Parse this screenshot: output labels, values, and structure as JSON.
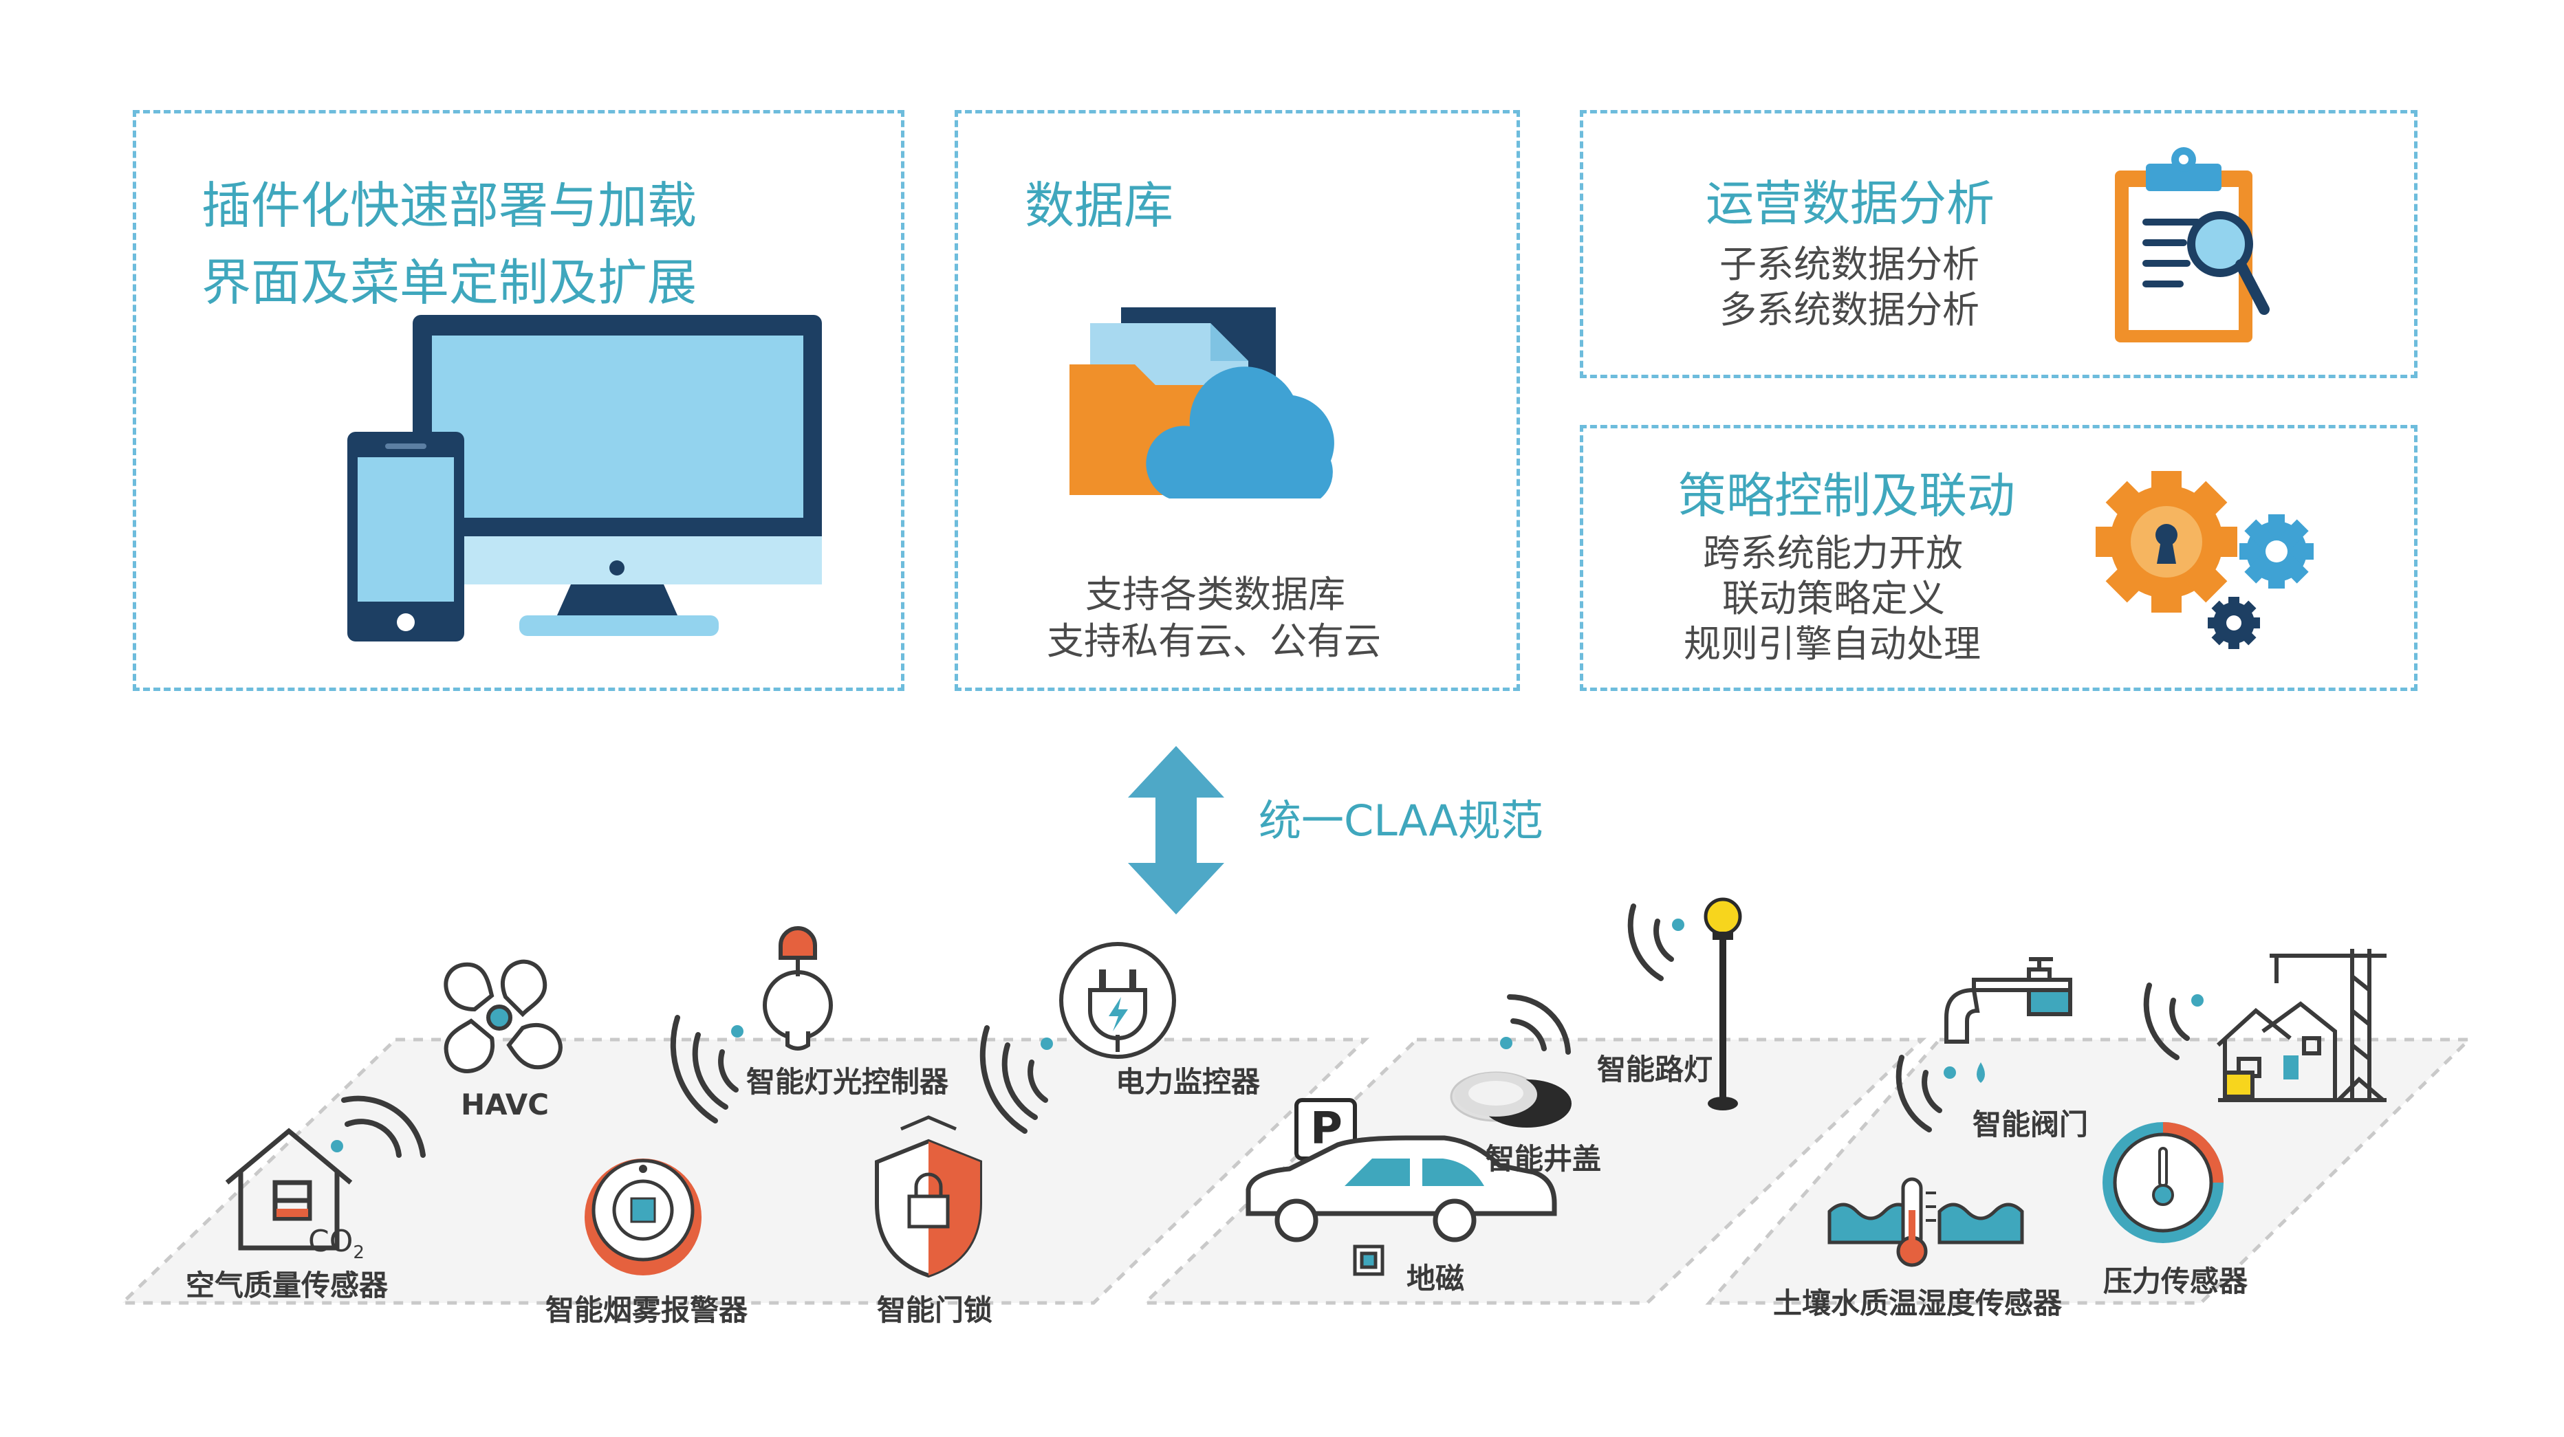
{
  "panel_deploy": {
    "line1": "插件化快速部署与加载",
    "line2": "界面及菜单定制及扩展"
  },
  "panel_database": {
    "title": "数据库",
    "desc1": "支持各类数据库",
    "desc2": "支持私有云、公有云"
  },
  "panel_analysis": {
    "title": "运营数据分析",
    "item1": "子系统数据分析",
    "item2": "多系统数据分析"
  },
  "panel_strategy": {
    "title": "策略控制及联动",
    "item1": "跨系统能力开放",
    "item2": "联动策略定义",
    "item3": "规则引擎自动处理"
  },
  "spec": {
    "label": "统一CLAA规范"
  },
  "devices": {
    "air_quality": "空气质量传感器",
    "co2": "CO",
    "co2_sub": "2",
    "havc": "HAVC",
    "smart_light_ctrl": "智能灯光控制器",
    "power_monitor": "电力监控器",
    "smoke_alarm": "智能烟雾报警器",
    "smart_lock": "智能门锁",
    "parking_p": "P",
    "geomagnetic": "地磁",
    "manhole": "智能井盖",
    "street_light": "智能路灯",
    "smart_valve": "智能阀门",
    "soil_water": "土壤水质温湿度传感器",
    "pressure": "压力传感器"
  },
  "colors": {
    "accent_teal": "#3fa7bd",
    "dashed_border": "#6dbcdc",
    "navy": "#1d3f63",
    "light_blue": "#93d3ee",
    "orange": "#f0902a",
    "red_orange": "#e5613e"
  }
}
